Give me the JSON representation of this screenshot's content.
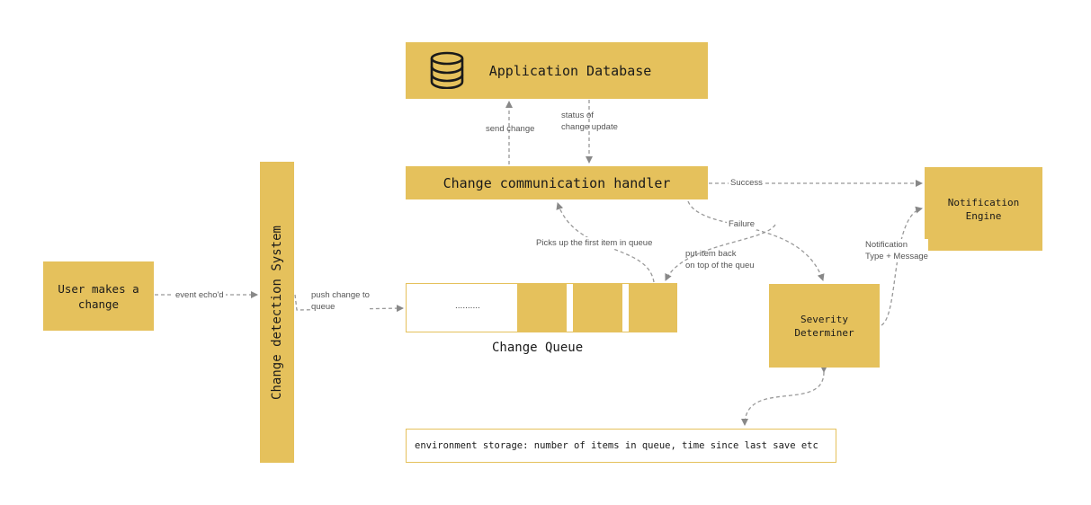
{
  "nodes": {
    "app_db": "Application Database",
    "handler": "Change communication handler",
    "notification": "Notification Engine",
    "user": "User makes a change",
    "detection": "Change detection System",
    "severity": "Severity Determiner",
    "queue_dots": "..........",
    "queue_title": "Change Queue",
    "env_storage": "environment storage: number of items in queue, time since last save etc"
  },
  "edges": {
    "send_change": "send change",
    "status_update": "status of\nchange update",
    "success": "Success",
    "failure": "Failure",
    "event_echo": "event echo'd",
    "push_change": "push change to\nqueue",
    "picks_up": "Picks up the first item in queue",
    "put_back": "put item back\non top of the queu",
    "notification_type": "Notification\nType + Message"
  },
  "colors": {
    "box_fill": "#E5C15C",
    "arrow": "#888888",
    "text": "#1a1a1a"
  },
  "icons": {
    "database": "database-icon"
  }
}
